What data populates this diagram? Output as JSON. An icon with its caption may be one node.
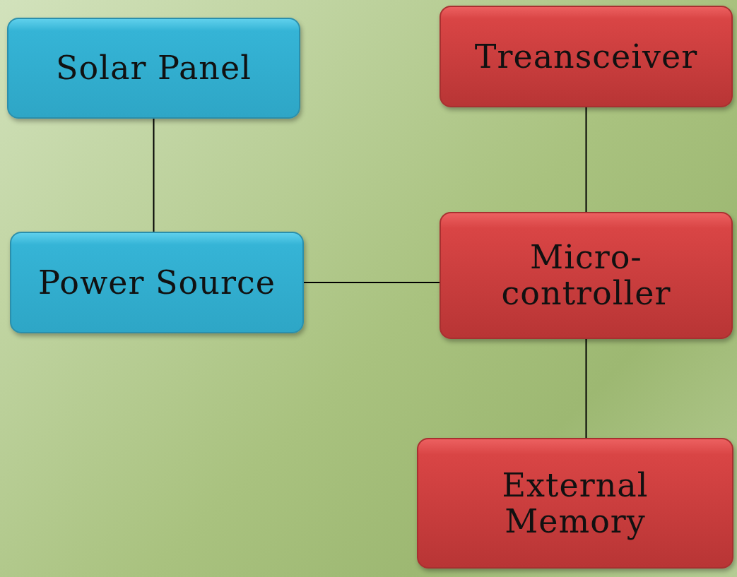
{
  "diagram": {
    "nodes": [
      {
        "text": [
          "Solar Panel"
        ]
      },
      {
        "text": [
          "Treansceiver"
        ]
      },
      {
        "text": [
          "Power Source"
        ]
      },
      {
        "text": [
          "Micro- controller"
        ]
      },
      {
        "text": [
          "External Memory"
        ]
      }
    ],
    "edges": [
      {
        "from": 0,
        "to": 2,
        "arrow": "none"
      },
      {
        "from": 1,
        "to": 3,
        "arrow": "none"
      },
      {
        "from": 2,
        "to": 3,
        "arrow": "none"
      },
      {
        "from": 3,
        "to": 4,
        "arrow": "none"
      }
    ]
  }
}
